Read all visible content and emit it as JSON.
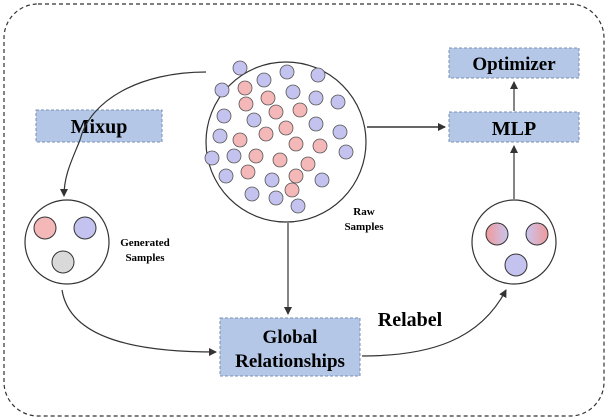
{
  "diagram": {
    "boxes": {
      "mixup": "Mixup",
      "optimizer": "Optimizer",
      "mlp": "MLP",
      "global_relationships_line1": "Global",
      "global_relationships_line2": "Relationships"
    },
    "labels": {
      "raw_samples_line1": "Raw",
      "raw_samples_line2": "Samples",
      "generated_samples_line1": "Generated",
      "generated_samples_line2": "Samples",
      "relabel": "Relabel"
    },
    "colors": {
      "box_fill": "#b4c7e7",
      "pink_dot": "#f4b8b8",
      "blue_dot": "#c4c2ee",
      "gray_dot": "#d9d9d9",
      "arrow": "#333333"
    }
  }
}
